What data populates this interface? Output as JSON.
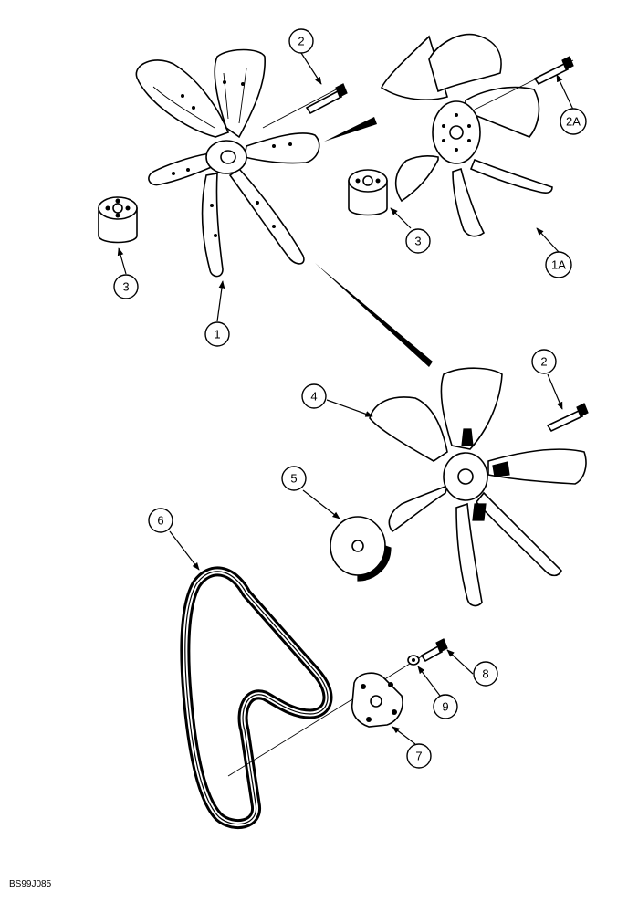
{
  "figure_id": "BS99J085",
  "callouts": {
    "c1": "1",
    "c1a": "1A",
    "c2_top": "2",
    "c2a": "2A",
    "c3_left": "3",
    "c3_right": "3",
    "c2_mid": "2",
    "c4": "4",
    "c5": "5",
    "c6": "6",
    "c7": "7",
    "c8": "8",
    "c9": "9"
  }
}
